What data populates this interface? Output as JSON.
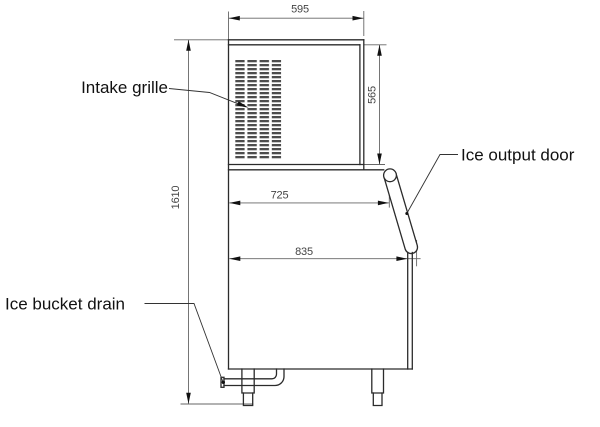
{
  "drawing": {
    "subject": "ice machine side-view technical drawing",
    "labels": {
      "intake_grille": "Intake grille",
      "ice_output_door": "Ice output door",
      "ice_bucket_drain": "Ice bucket drain"
    },
    "dimensions": {
      "top_width": "595",
      "upper_section_height": "565",
      "total_height": "1610",
      "upper_depth": "725",
      "total_depth": "835"
    },
    "colors": {
      "background": "#ffffff",
      "outline": "#2b2b2b",
      "dimension_lines": "#666666",
      "grille_slots": "#4d4d4d",
      "text": "#111111"
    }
  }
}
